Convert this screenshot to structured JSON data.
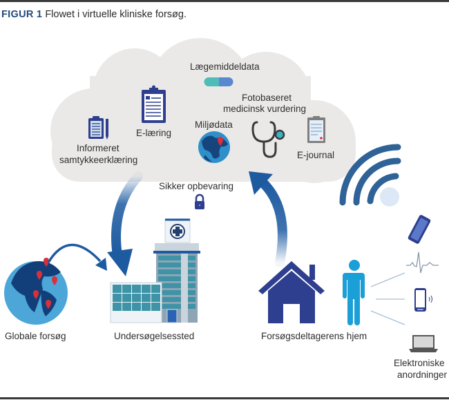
{
  "figure": {
    "number_label": "FIGUR 1",
    "title": "Flowet i virtuelle kliniske forsøg."
  },
  "cloud": {
    "items": [
      {
        "id": "informeret",
        "label_line1": "Informeret",
        "label_line2": "samtykkeerklæring",
        "icon": "clipboard-checklist-icon"
      },
      {
        "id": "elaering",
        "label": "E-læring",
        "icon": "clipboard-document-icon"
      },
      {
        "id": "laegemiddel",
        "label": "Lægemiddeldata",
        "icon": "capsule-pill-icon"
      },
      {
        "id": "miljo",
        "label": "Miljødata",
        "icon": "globe-location-icon"
      },
      {
        "id": "foto",
        "label_line1": "Fotobaseret",
        "label_line2": "medicinsk vurdering",
        "icon": "stethoscope-icon"
      },
      {
        "id": "ejournal",
        "label": "E-journal",
        "icon": "medical-record-icon"
      }
    ]
  },
  "storage": {
    "label": "Sikker opbevaring",
    "icon": "padlock-icon"
  },
  "bottom": {
    "global": {
      "label": "Globale forsøg",
      "icon": "globe-pins-icon"
    },
    "site": {
      "label": "Undersøgelsessted",
      "icon": "hospital-building-icon"
    },
    "home": {
      "label": "Forsøgsdeltagerens hjem",
      "icon": "house-icon"
    },
    "devices": {
      "label_line1": "Elektroniske",
      "label_line2": "anordninger"
    }
  },
  "colors": {
    "navy": "#2e3f8f",
    "dark_blue": "#1d5aa0",
    "wifi_blue": "#2f6296",
    "person_cyan": "#1a9fd6",
    "cloud_gray": "#ebe9e8",
    "teal": "#3e93a6",
    "pin_red": "#d9303a",
    "caption_blue": "#234a7d"
  }
}
